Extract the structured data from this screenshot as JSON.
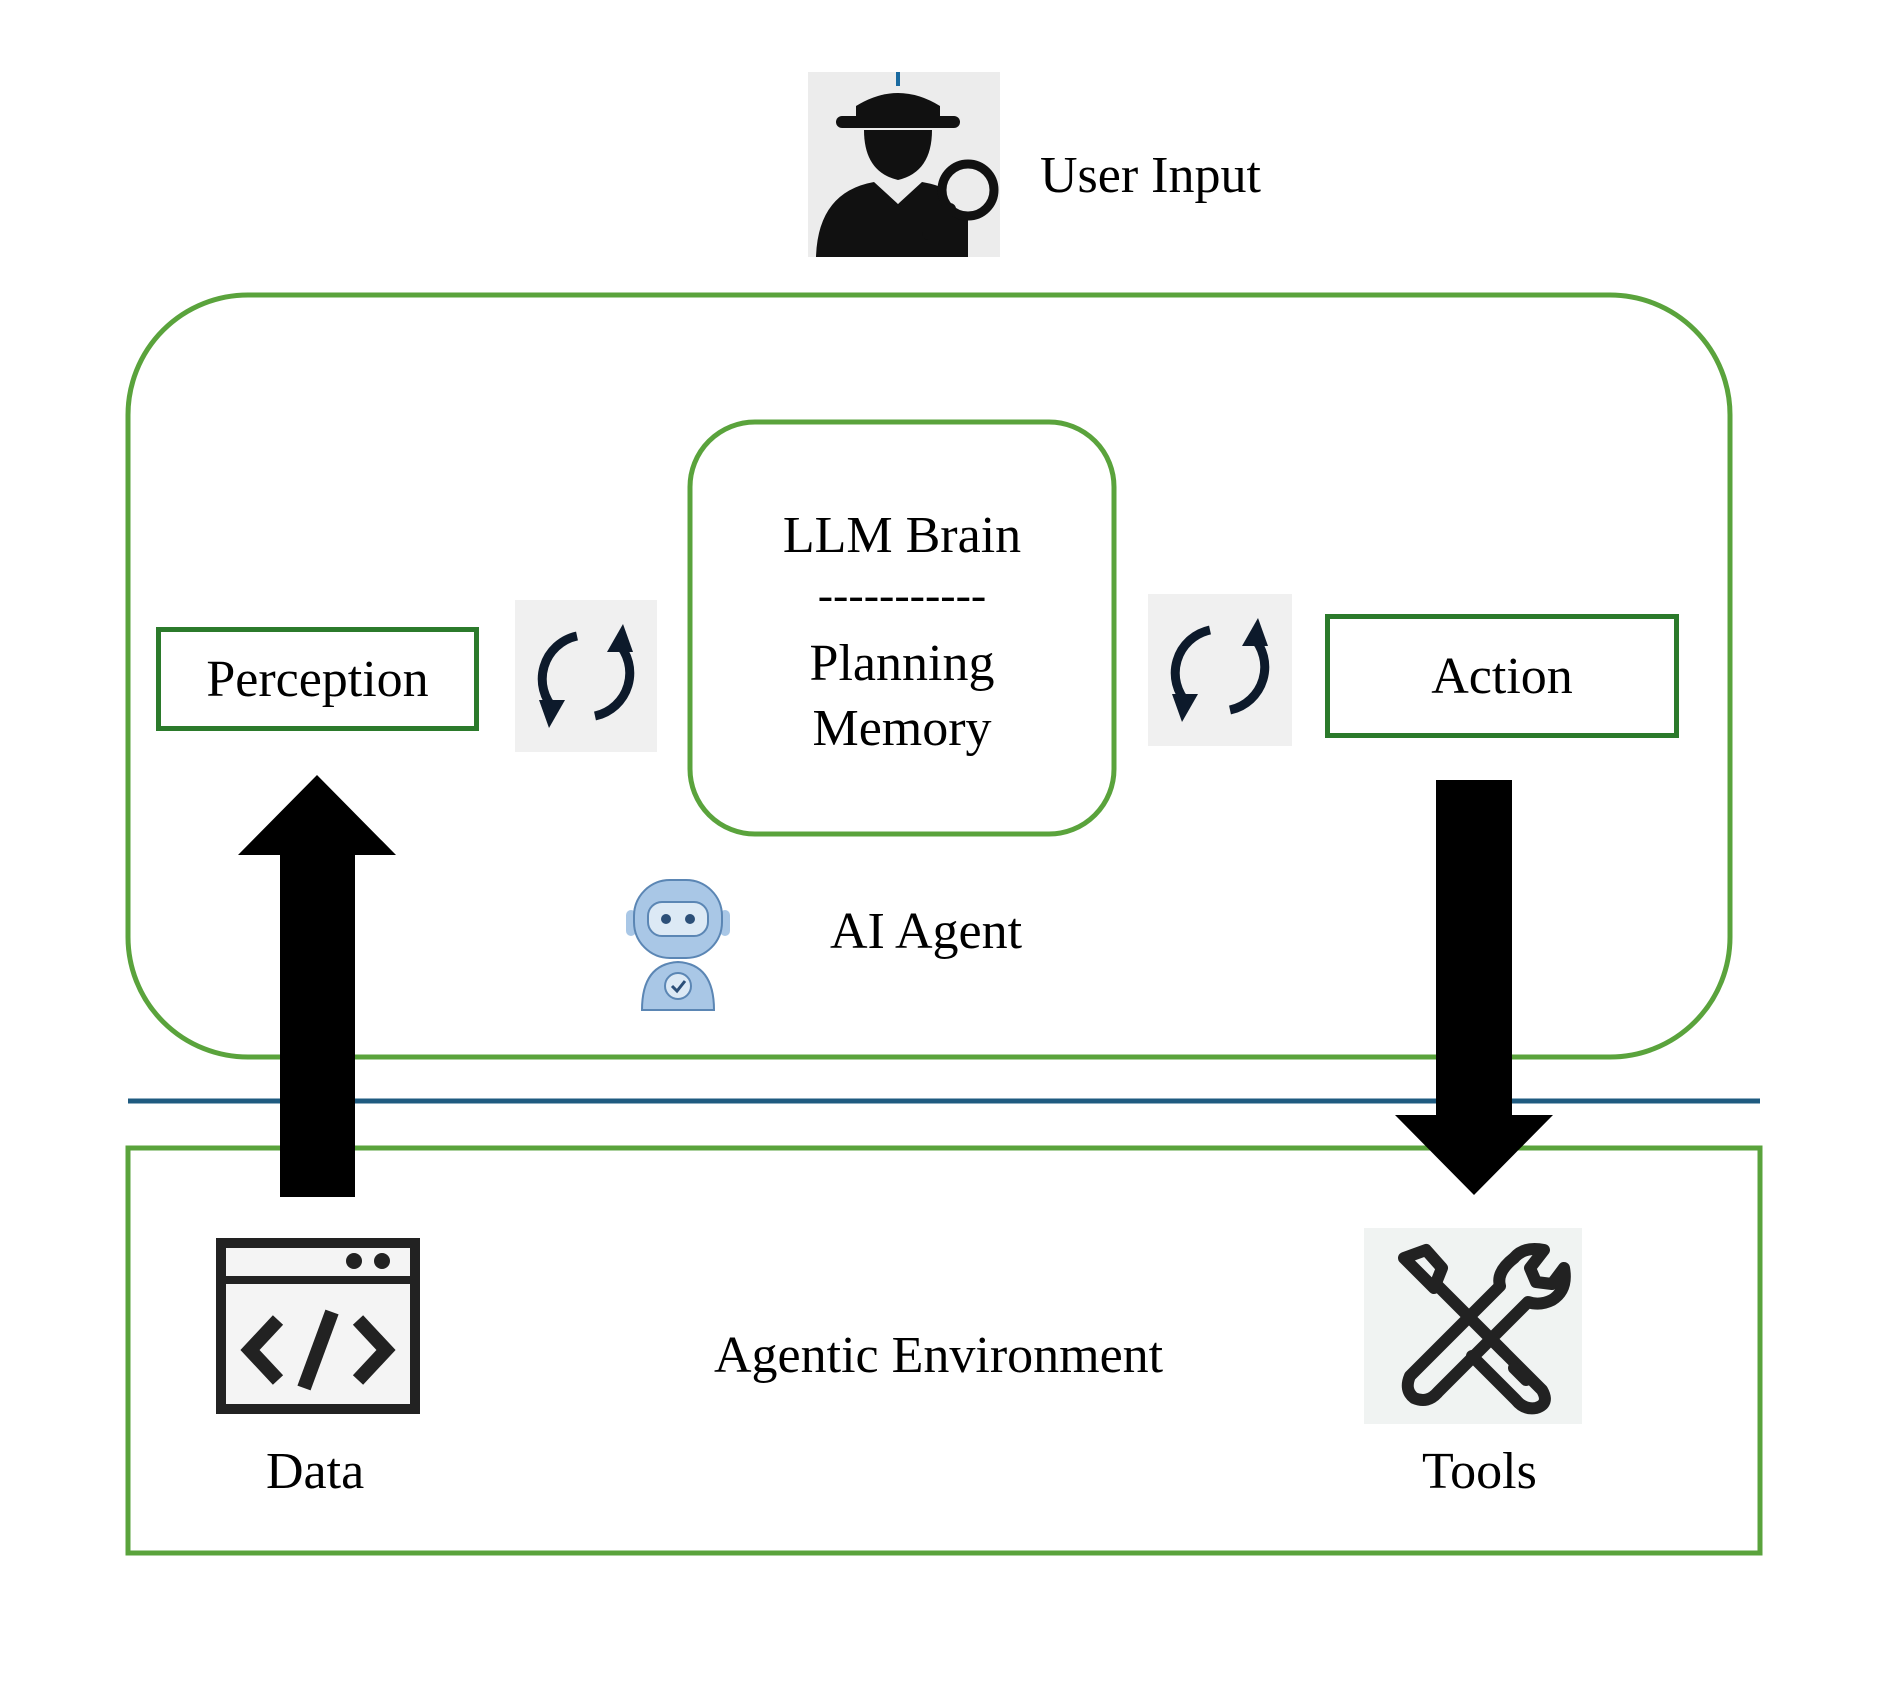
{
  "diagram": {
    "user_input_label": "User Input",
    "agent_label": "AI Agent",
    "perception_label": "Perception",
    "action_label": "Action",
    "brain": {
      "title": "LLM Brain",
      "divider": "-----------",
      "line1": "Planning",
      "line2": "Memory"
    },
    "environment_label": "Agentic Environment",
    "data_label": "Data",
    "tools_label": "Tools"
  },
  "colors": {
    "green_border": "#5aa33c",
    "dark_green_border": "#2b7a2b",
    "divider_line": "#1f5b80",
    "arrow": "#000000",
    "icon_bg": "#f0f0f0",
    "robot_blue": "#a9c7e6"
  },
  "icons": {
    "user": "detective-user-icon",
    "cycle": "refresh-cycle-icon",
    "robot": "robot-icon",
    "data": "code-window-icon",
    "tools": "wrench-screwdriver-icon"
  }
}
